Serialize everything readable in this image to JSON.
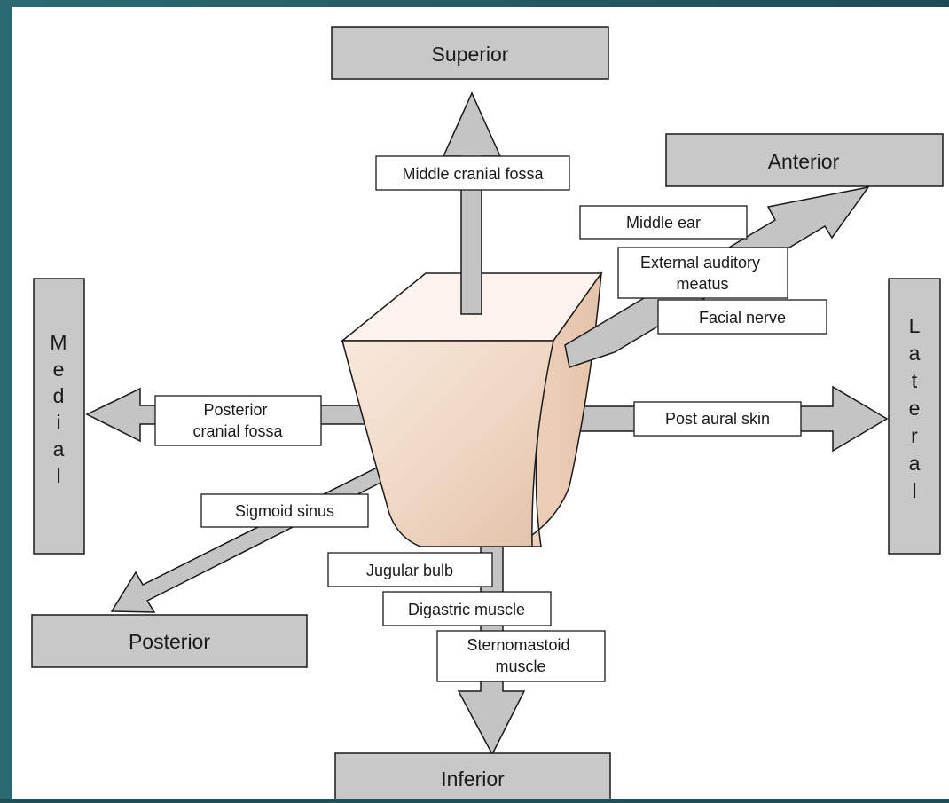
{
  "directions": {
    "superior": "Superior",
    "anterior": "Anterior",
    "medial": "Medial",
    "lateral": "Lateral",
    "posterior": "Posterior",
    "inferior": "Inferior"
  },
  "labels": {
    "middle_cranial_fossa": "Middle cranial fossa",
    "middle_ear": "Middle ear",
    "external_auditory_meatus": [
      "External auditory",
      "meatus"
    ],
    "facial_nerve": "Facial nerve",
    "posterior_cranial_fossa": [
      "Posterior",
      "cranial fossa"
    ],
    "post_aural_skin": "Post aural skin",
    "sigmoid_sinus": "Sigmoid sinus",
    "jugular_bulb": "Jugular bulb",
    "digastric_muscle": "Digastric muscle",
    "sternomastoid_muscle": [
      "Sternomastoid",
      "muscle"
    ]
  },
  "colors": {
    "frame": "#2b6a72",
    "box_fill": "#c8c8c8",
    "arrow_fill": "#c4c4c4",
    "block_fill": "#f2dccb"
  }
}
